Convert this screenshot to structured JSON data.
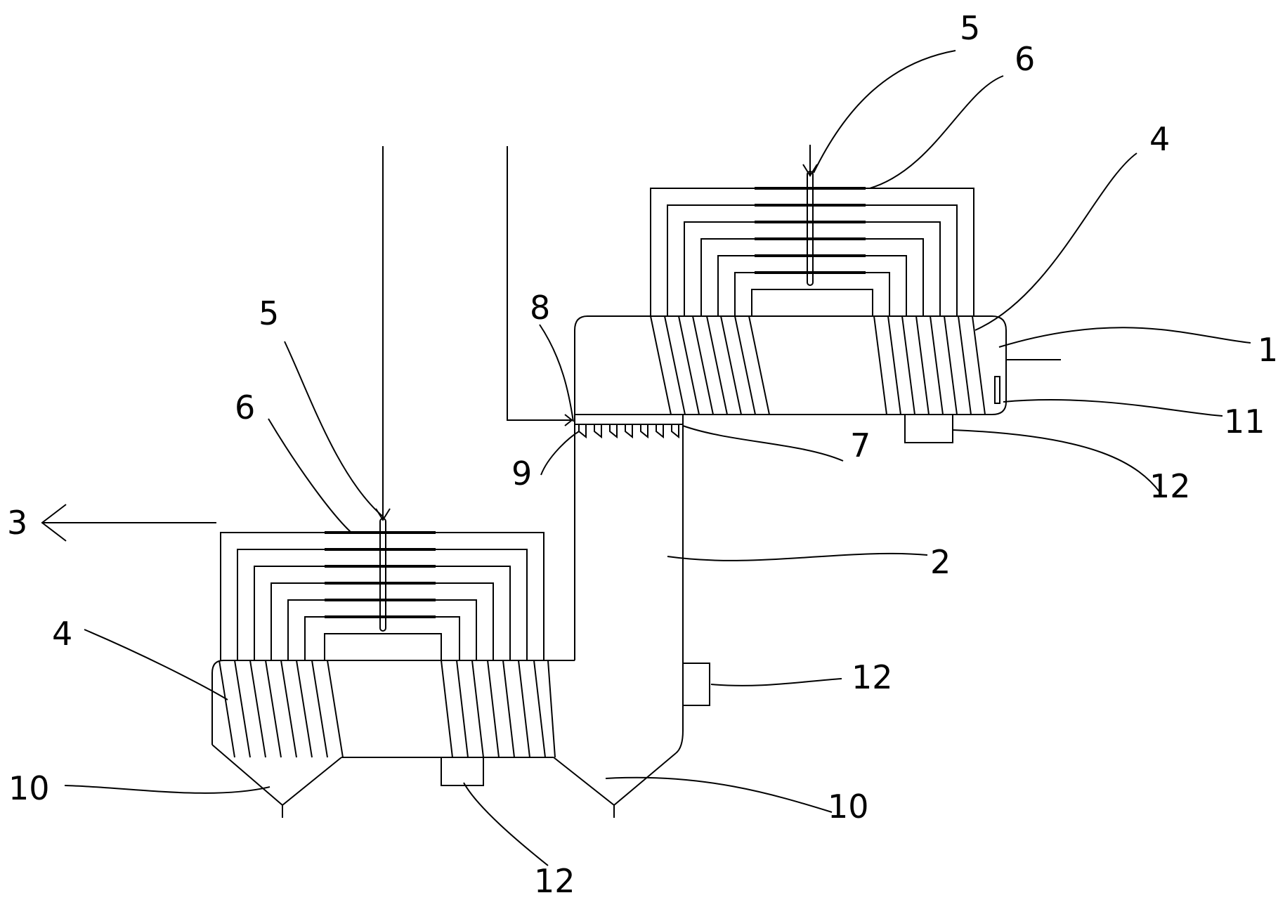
{
  "figure": {
    "labels": {
      "upper_5": "5",
      "upper_6": "6",
      "upper_4": "4",
      "upper_1": "1",
      "upper_11": "11",
      "upper_12": "12",
      "label_8": "8",
      "label_7": "7",
      "label_9": "9",
      "label_2": "2",
      "label_3": "3",
      "lower_5": "5",
      "lower_6": "6",
      "lower_4": "4",
      "side_12": "12",
      "left_10": "10",
      "right_10": "10",
      "bottom_12": "12"
    }
  }
}
